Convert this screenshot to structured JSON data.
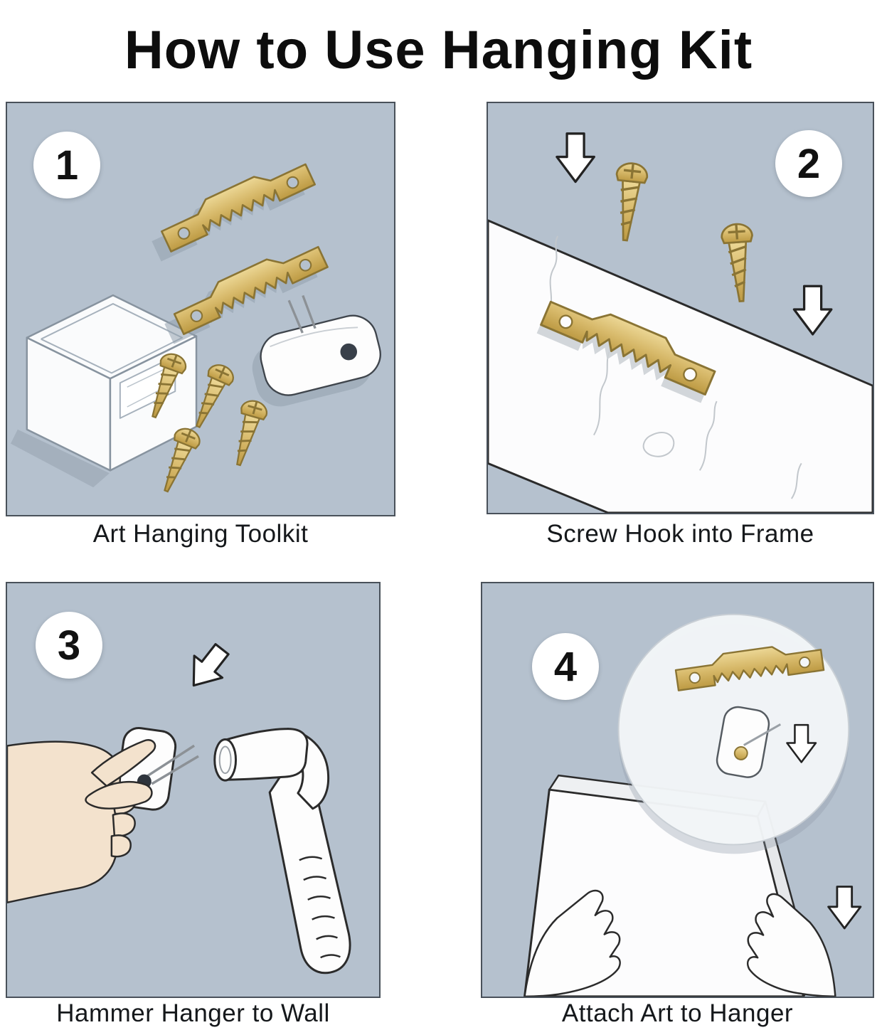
{
  "title": "How to Use Hanging Kit",
  "panels": [
    {
      "number": "1",
      "caption": "Art Hanging Toolkit",
      "depicts": [
        "storage-case",
        "sawtooth-hanger",
        "sawtooth-hanger",
        "screw",
        "screw",
        "screw",
        "screw",
        "wall-hook"
      ]
    },
    {
      "number": "2",
      "caption": "Screw Hook into Frame",
      "depicts": [
        "wood-frame-plank",
        "sawtooth-hanger",
        "screw",
        "screw",
        "down-arrow",
        "down-arrow"
      ]
    },
    {
      "number": "3",
      "caption": "Hammer Hanger to Wall",
      "depicts": [
        "hand",
        "wall-hook",
        "hammer",
        "down-arrow"
      ]
    },
    {
      "number": "4",
      "caption": "Attach Art to Hanger",
      "depicts": [
        "picture-frame",
        "magnifier-detail",
        "sawtooth-hanger",
        "wall-hook",
        "hand",
        "hand",
        "down-arrow"
      ]
    }
  ],
  "colors": {
    "panel_background": "#b5c1ce",
    "brass": "#d7b96a",
    "brass_outline": "#8a7434",
    "line": "#2b2b2b",
    "skin": "#f3e2cd",
    "paper": "#ffffff"
  }
}
